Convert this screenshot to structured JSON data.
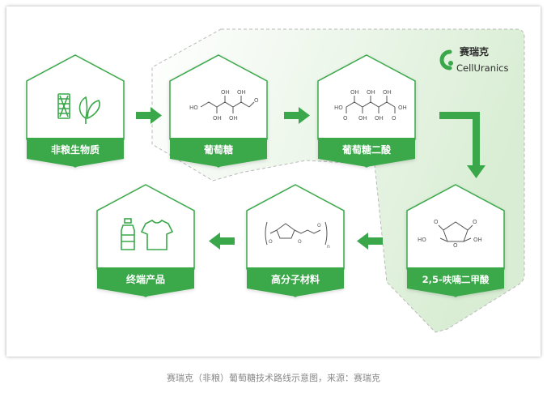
{
  "logo": {
    "cn": "赛瑞克",
    "en": "CellUranics"
  },
  "steps": [
    {
      "label": "非粮生物质",
      "icon": "biomass-plant-icon"
    },
    {
      "label": "葡萄糖",
      "icon": "glucose-structure-icon"
    },
    {
      "label": "葡萄糖二酸",
      "icon": "glucaric-acid-structure-icon"
    },
    {
      "label": "2,5-呋喃二甲酸",
      "icon": "fdca-structure-icon"
    },
    {
      "label": "高分子材料",
      "icon": "polymer-structure-icon"
    },
    {
      "label": "终端产品",
      "icon": "bottle-tshirt-icon"
    }
  ],
  "chem": {
    "ho": "HO",
    "oh": "OH",
    "o": "O",
    "n": "n"
  },
  "caption": "赛瑞克（非粮）葡萄糖技术路线示意图，来源：赛瑞克",
  "colors": {
    "green": "#3aa84a",
    "dark_green": "#2f8f3c",
    "light_green": "#e3f2e0"
  }
}
